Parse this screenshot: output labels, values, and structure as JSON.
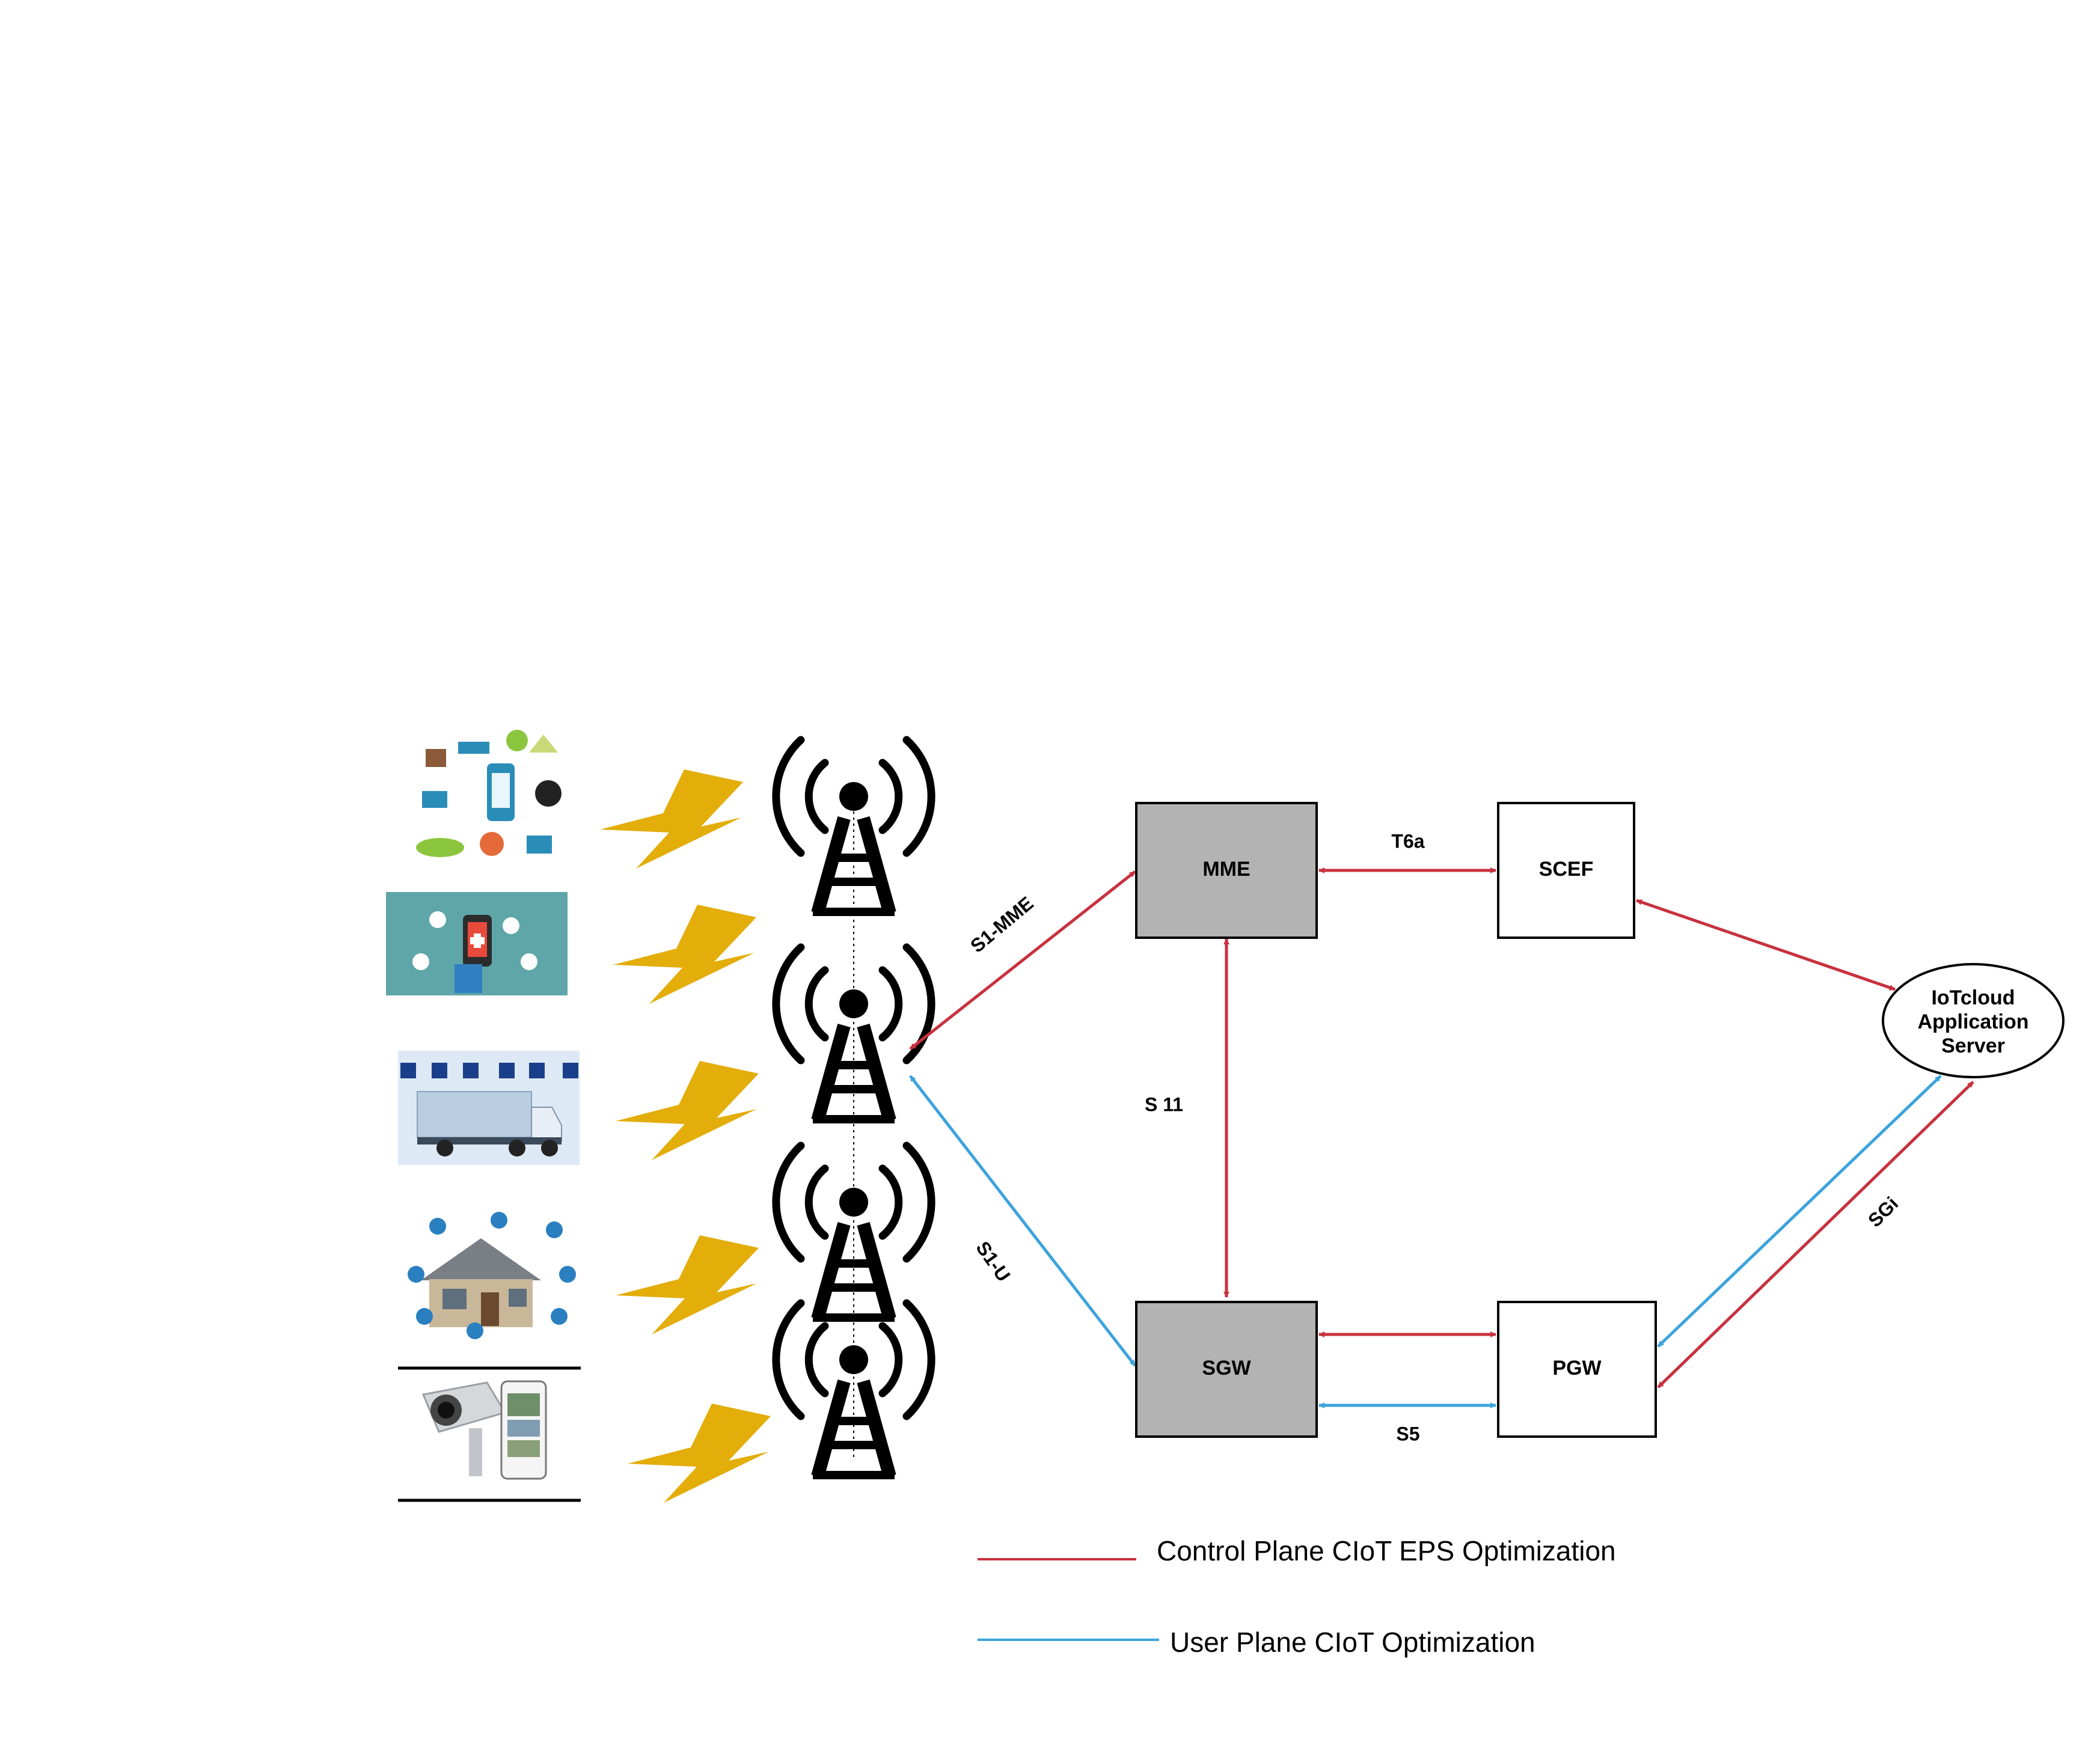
{
  "nodes": {
    "mme": "MME",
    "scef": "SCEF",
    "sgw": "SGW",
    "pgw": "PGW",
    "server_line1": "IoTcloud",
    "server_line2": "Application",
    "server_line3": "Server"
  },
  "interfaces": {
    "t6a": "T6a",
    "s1_mme": "S1-MME",
    "s11": "S 11",
    "s1_u": "S1-U",
    "s5": "S5",
    "sgi": "SGi"
  },
  "legend": {
    "control_plane": "Control Plane CIoT EPS Optimization",
    "user_plane": "User Plane CIoT Optimization"
  },
  "colors": {
    "control_plane": "#c8313f",
    "user_plane": "#3ba3dc",
    "core_node_fill": "#b3b3b3",
    "lightning": "#e3ad0a"
  },
  "icons": {
    "devices": [
      "smart-city-icon",
      "ehealth-icon",
      "truck-fleet-icon",
      "smart-home-icon",
      "security-camera-icon"
    ],
    "tower": "radio-tower-icon",
    "signal": "lightning-bolt-icon"
  }
}
